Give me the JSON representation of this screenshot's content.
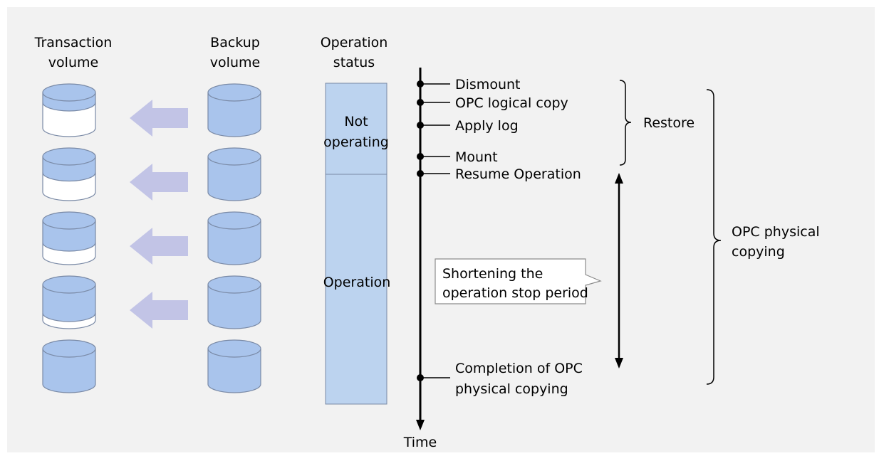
{
  "headers": {
    "transaction": [
      "Transaction",
      "volume"
    ],
    "backup": [
      "Backup",
      "volume"
    ],
    "status": [
      "Operation",
      "status"
    ]
  },
  "status_bar": {
    "not_operating": [
      "Not",
      "operating"
    ],
    "operation": "Operation"
  },
  "timeline": {
    "events": [
      "Dismount",
      "OPC logical copy",
      "Apply log",
      "Mount",
      "Resume Operation",
      [
        "Completion of OPC",
        "physical copying"
      ]
    ],
    "axis_label": "Time"
  },
  "annotations": {
    "restore": "Restore",
    "opc_physical": [
      "OPC physical",
      "copying"
    ],
    "callout": [
      "Shortening the",
      "operation stop period"
    ]
  },
  "transaction_fill_levels": [
    0.28,
    0.45,
    0.62,
    0.8,
    1.0
  ],
  "colors": {
    "background": "#f2f2f2",
    "volume_fill": "#a9c4ec",
    "volume_stroke": "#7a8aa6",
    "arrow_fill": "#c2c4e6",
    "status_bar_fill": "#bcd3ef",
    "line": "#000000"
  }
}
